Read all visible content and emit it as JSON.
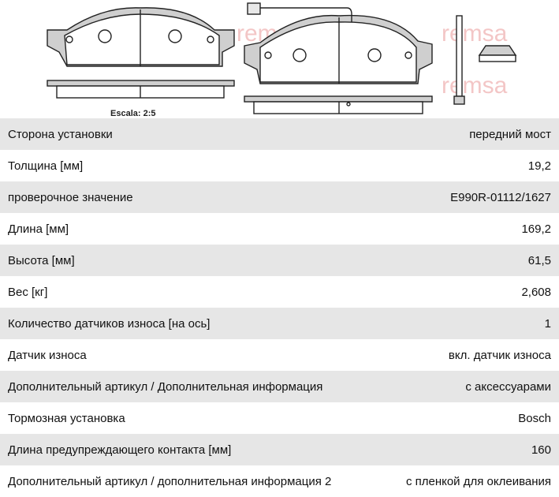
{
  "drawing": {
    "watermark_text": "remsa",
    "scale_label": "Escala: 2:5"
  },
  "specs": [
    {
      "label": "Сторона установки",
      "value": "передний мост"
    },
    {
      "label": "Толщина [мм]",
      "value": "19,2"
    },
    {
      "label": "проверочное значение",
      "value": "E990R-01112/1627"
    },
    {
      "label": "Длина [мм]",
      "value": "169,2"
    },
    {
      "label": "Высота [мм]",
      "value": "61,5"
    },
    {
      "label": "Вес [кг]",
      "value": "2,608"
    },
    {
      "label": "Количество датчиков износа [на ось]",
      "value": "1"
    },
    {
      "label": "Датчик износа",
      "value": "вкл. датчик износа"
    },
    {
      "label": "Дополнительный артикул / Дополнительная информация",
      "value": "с аксессуарами"
    },
    {
      "label": "Тормозная установка",
      "value": "Bosch"
    },
    {
      "label": "Длина предупреждающего контакта [мм]",
      "value": "160"
    },
    {
      "label": "Дополнительный артикул / дополнительная информация 2",
      "value": "с пленкой для оклеивания"
    }
  ]
}
